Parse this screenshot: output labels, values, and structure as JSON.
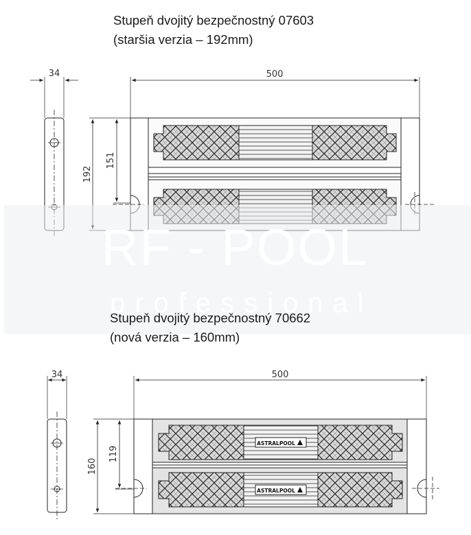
{
  "captions": {
    "old_title": "Stupeň dvojitý bezpečnostný 07603",
    "old_subtitle": "(staršia verzia – 192mm)",
    "new_title": "Stupeň dvojitý bezpečnostný 70662",
    "new_subtitle": "(nová verzia – 160mm)"
  },
  "watermark": {
    "line1": "RF - POOL",
    "line2": "professional"
  },
  "drawing_old": {
    "side_width": "34",
    "total_length": "500",
    "total_height": "192",
    "tread_height": "151"
  },
  "drawing_new": {
    "side_width": "34",
    "total_length": "500",
    "total_height": "160",
    "tread_height": "119",
    "brand_label": "ASTRALPOOL"
  }
}
